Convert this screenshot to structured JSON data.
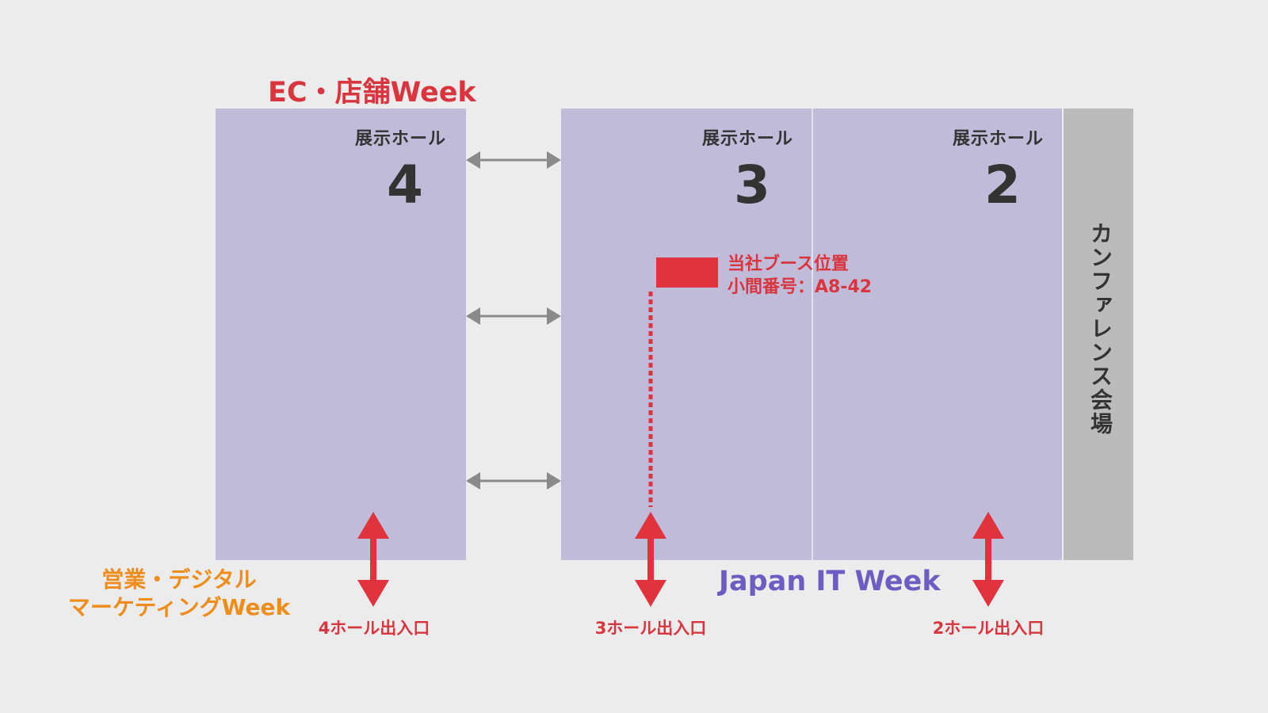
{
  "weeks": {
    "ec_store": "EC・店舗Week",
    "sales_digital_line1": "営業・デジタル",
    "sales_digital_line2": "マーケティングWeek",
    "japan_it": "Japan IT Week"
  },
  "halls": [
    {
      "id": "hall-4",
      "title": "展示ホール",
      "number": "4"
    },
    {
      "id": "hall-3",
      "title": "展示ホール",
      "number": "3"
    },
    {
      "id": "hall-2",
      "title": "展示ホール",
      "number": "2"
    }
  ],
  "conference": {
    "label": "カンファレンス会場"
  },
  "booth": {
    "line1": "当社ブース位置",
    "line2": "小間番号：A8-42"
  },
  "entrances": [
    {
      "label": "4ホール出入口"
    },
    {
      "label": "3ホール出入口"
    },
    {
      "label": "2ホール出入口"
    }
  ],
  "colors": {
    "hall_fill": "#c0bbd9",
    "conference_fill": "#bbbbbb",
    "accent_red": "#e0333d",
    "connector_gray": "#8a8a8a",
    "it_week_purple": "#6f5cc2",
    "sales_week_orange": "#ee8c1c"
  }
}
